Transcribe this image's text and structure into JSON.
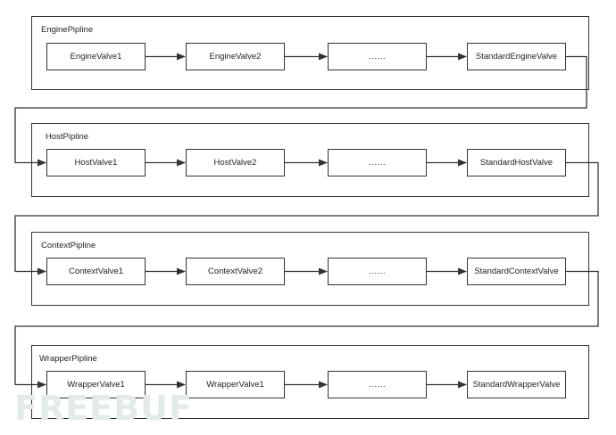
{
  "pipelines": [
    {
      "title": "EnginePipline",
      "valves": [
        "EngineValve1",
        "EngineValve2",
        "……",
        "StandardEngineValve"
      ]
    },
    {
      "title": "HostPipline",
      "valves": [
        "HostValve1",
        "HostValve2",
        "……",
        "StandardHostValve"
      ]
    },
    {
      "title": "ContextPipline",
      "valves": [
        "ContextValve1",
        "ContextValve2",
        "……",
        "StandardContextValve"
      ]
    },
    {
      "title": "WrapperPipline",
      "valves": [
        "WrapperValve1",
        "WrapperValve1",
        "……",
        "StandardWrapperValve"
      ]
    }
  ],
  "watermark": "FREEBUF",
  "colors": {
    "line": "#333333",
    "watermark": "#e3ece4"
  }
}
